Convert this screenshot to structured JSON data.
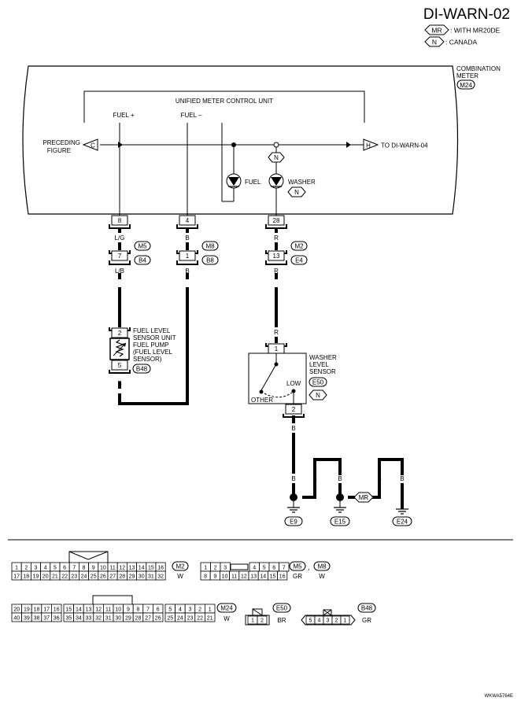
{
  "header": {
    "title": "DI-WARN-02",
    "legend": [
      {
        "tag": "MR",
        "text": ": WITH MR20DE"
      },
      {
        "tag": "N",
        "text": ": CANADA"
      }
    ]
  },
  "meter": {
    "name": "COMBINATION",
    "name2": "METER",
    "connector": "M24",
    "unit_label": "UNIFIED METER CONTROL UNIT",
    "fuel_plus": "FUEL +",
    "fuel_minus": "FUEL –",
    "preceding": "PRECEDING",
    "preceding2": "FIGURE",
    "preceding_tag": "C",
    "to_label": "TO DI-WARN-04",
    "to_tag": "H",
    "fuel_lamp": "FUEL",
    "washer_lamp": "WASHER",
    "canada_tag": "N",
    "pins": [
      "8",
      "4",
      "28"
    ]
  },
  "wires": {
    "w1_top": "L/G",
    "w2_top": "B",
    "w3_top": "R",
    "j1_pin": "7",
    "j2_pin": "1",
    "j3_pin": "13",
    "j1_conns": [
      "M5",
      "B4"
    ],
    "j2_conns": [
      "M8",
      "B8"
    ],
    "j3_conns": [
      "M2",
      "E4"
    ],
    "w1_bottom": "L/B",
    "w2_bottom": "B",
    "w3_bottom": "R",
    "w3_mid": "R",
    "fuel_ground": "B",
    "washer_ground": "B"
  },
  "fuel_sensor": {
    "lines": [
      "FUEL LEVEL",
      "SENSOR UNIT",
      "FUEL PUMP",
      "(FUEL LEVEL",
      "SENSOR)"
    ],
    "connector": "B48",
    "pin_top": "2",
    "pin_bottom": "5"
  },
  "washer_sensor": {
    "lines": [
      "WASHER",
      "LEVEL",
      "SENSOR"
    ],
    "connector": "E50",
    "canada_tag": "N",
    "low": "LOW",
    "other": "OTHER",
    "pin_top": "1",
    "pin_bottom": "2"
  },
  "grounds": {
    "wire_labels": [
      "B",
      "B",
      "B",
      "B",
      "B"
    ],
    "mr_tag": "MR",
    "labels": [
      "E9",
      "E15",
      "E24"
    ]
  },
  "connectors": {
    "m2_top": [
      "1",
      "2",
      "3",
      "4",
      "5",
      "6",
      "7",
      "8",
      "9",
      "10",
      "11",
      "12",
      "13",
      "14",
      "15",
      "16"
    ],
    "m2_bottom": [
      "17",
      "18",
      "19",
      "20",
      "21",
      "22",
      "23",
      "24",
      "25",
      "26",
      "27",
      "28",
      "29",
      "30",
      "31",
      "32"
    ],
    "m2_label": "M2",
    "m2_color": "W",
    "m5_top_left": [
      "1",
      "2",
      "3"
    ],
    "m5_top_right": [
      "4",
      "5",
      "6",
      "7"
    ],
    "m5_bottom": [
      "8",
      "9",
      "10",
      "11",
      "12",
      "13",
      "14",
      "15",
      "16"
    ],
    "m5_label": "M5",
    "m5_sep": ",",
    "m8_label": "M8",
    "m5_color": "GR",
    "m8_color": "W",
    "m24_top": [
      "20",
      "19",
      "18",
      "17",
      "16",
      "15",
      "14",
      "13",
      "12",
      "11",
      "10",
      "9",
      "8",
      "7",
      "6",
      "5",
      "4",
      "3",
      "2",
      "1"
    ],
    "m24_bottom": [
      "40",
      "39",
      "38",
      "37",
      "36",
      "35",
      "34",
      "33",
      "32",
      "31",
      "30",
      "29",
      "28",
      "27",
      "26",
      "25",
      "24",
      "23",
      "22",
      "21"
    ],
    "m24_label": "M24",
    "m24_color": "W",
    "e50_pins": [
      "1",
      "2"
    ],
    "e50_label": "E50",
    "e50_color": "BR",
    "b48_pins": [
      "5",
      "4",
      "3",
      "2",
      "1"
    ],
    "b48_label": "B48",
    "b48_color": "GR"
  },
  "footer": {
    "code": "WKWA5764E"
  }
}
